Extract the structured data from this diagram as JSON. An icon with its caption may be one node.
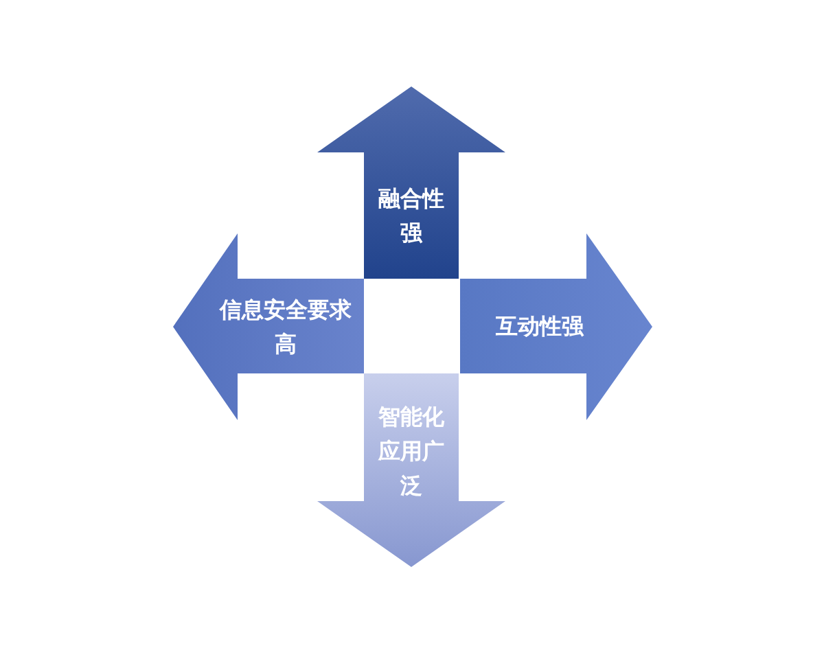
{
  "diagram": {
    "nodes": [
      {
        "text": [
          "融合性强"
        ]
      },
      {
        "text": [
          "信息安全要求高"
        ]
      },
      {
        "text": [
          "互动性强"
        ]
      },
      {
        "text": [
          "智能化应用广泛"
        ]
      }
    ]
  }
}
